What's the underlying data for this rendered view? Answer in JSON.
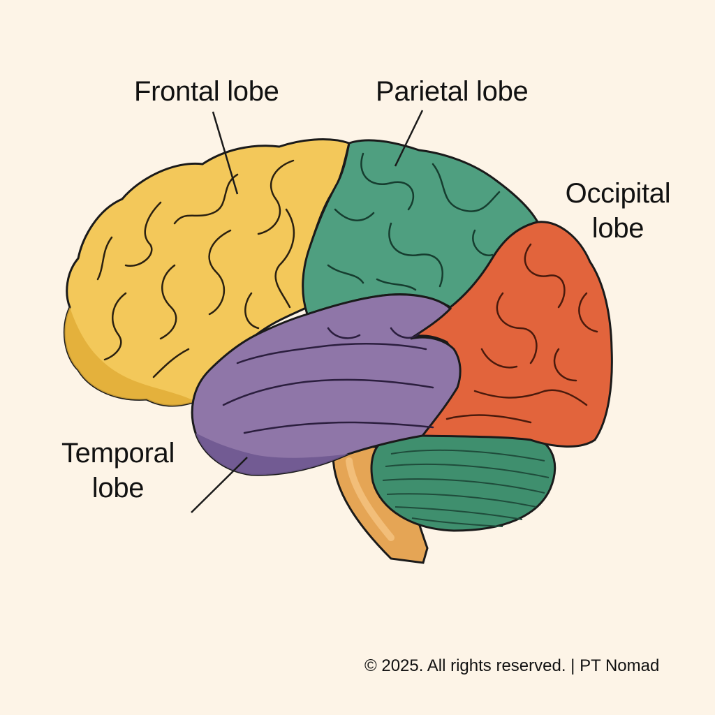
{
  "labels": {
    "frontal": "Frontal lobe",
    "parietal": "Parietal lobe",
    "occipital_line1": "Occipital",
    "occipital_line2": "lobe",
    "temporal_line1": "Temporal",
    "temporal_line2": "lobe"
  },
  "footer": {
    "copyright": "© 2025. All rights reserved. | PT Nomad"
  },
  "colors": {
    "background": "#fdf4e7",
    "frontal": "#f3c85a",
    "parietal": "#4f9f80",
    "occipital": "#e2643c",
    "temporal": "#8f76a8",
    "cerebellum": "#3f8f6e",
    "brainstem": "#e5a555",
    "outline": "#1a1a1a"
  }
}
